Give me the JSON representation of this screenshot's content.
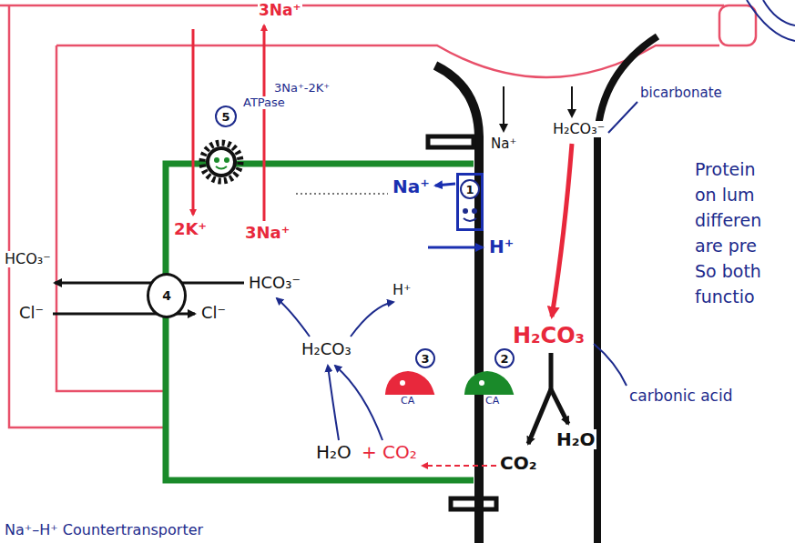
{
  "diagram": {
    "nodes": [
      {
        "text": [
          "5"
        ]
      },
      {
        "text": [
          "1"
        ]
      },
      {
        "text": [
          "2",
          "CA"
        ]
      },
      {
        "text": [
          "3",
          "CA"
        ]
      },
      {
        "text": [
          "4"
        ]
      }
    ],
    "labels": [
      "3Na⁺",
      "3Na⁺-2K⁺",
      "ATPase",
      "2K⁺",
      "3Na⁺",
      "Na⁺",
      "Na⁺",
      "H₂CO₃⁻",
      "bicarbonate",
      "Protein",
      "on lum",
      "differen",
      "are pre",
      "So both",
      "functio",
      "HCO₃⁻",
      "Cl⁻",
      "Cl⁻",
      "HCO₃⁻",
      "H⁺",
      "H⁺",
      "H₂CO₃",
      "H₂CO₃",
      "carbonic acid",
      "H₂O",
      "CO₂",
      "H₂O",
      "+ CO₂",
      "Na⁺–H⁺ Countertransporter"
    ]
  }
}
